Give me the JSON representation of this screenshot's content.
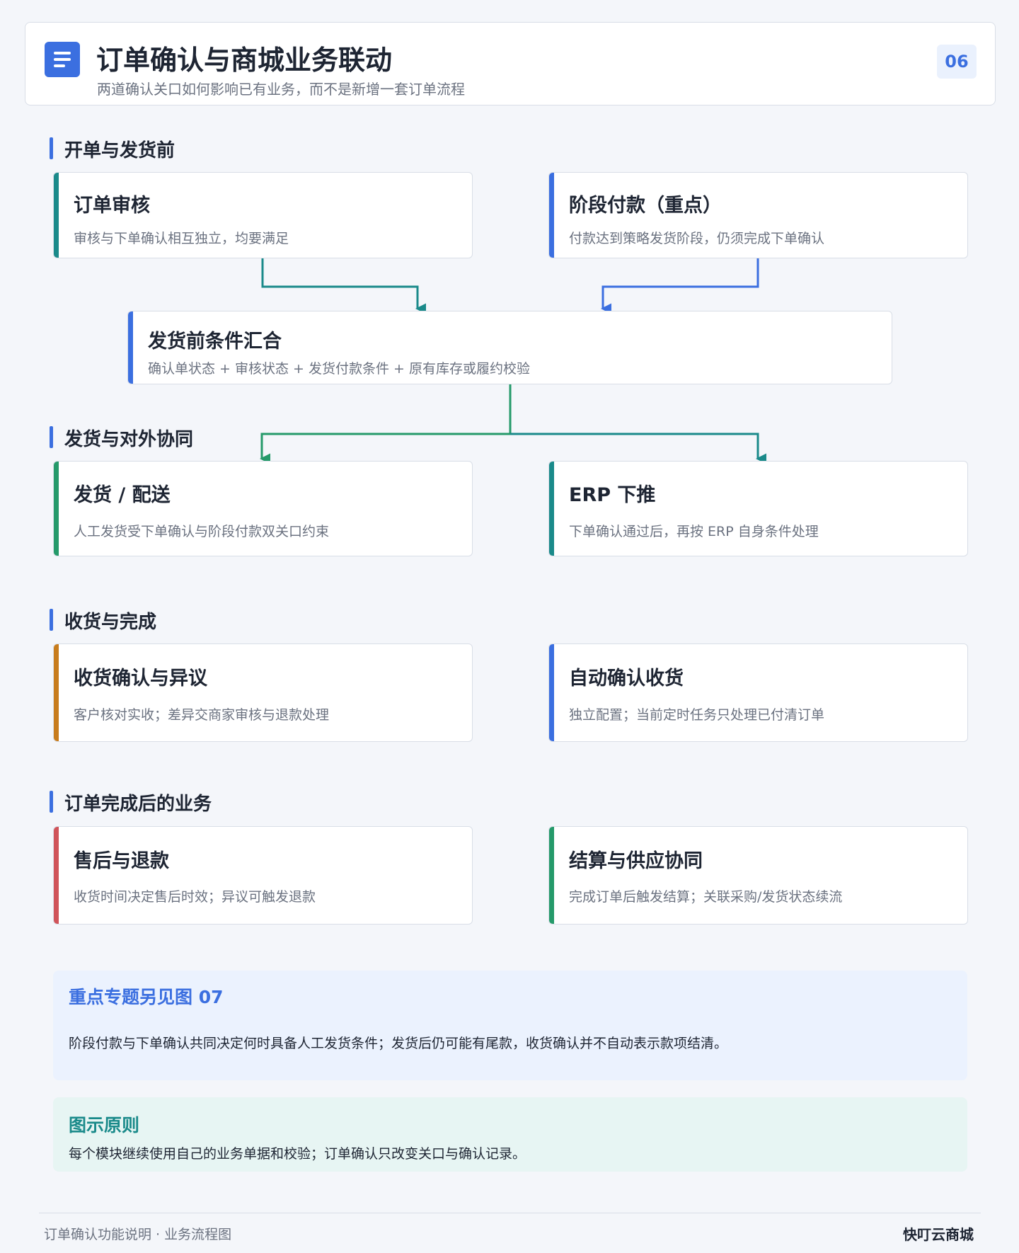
{
  "header": {
    "title": "订单确认与商城业务联动",
    "subtitle": "两道确认关口如何影响已有业务，而不是新增一套订单流程",
    "page_number": "06",
    "icon": "document-list-icon"
  },
  "sections": {
    "pre_shipping": "开单与发货前",
    "shipping": "发货与对外协同",
    "receiving": "收货与完成",
    "post_order": "订单完成后的业务"
  },
  "cards": {
    "order_review": {
      "title": "订单审核",
      "desc": "审核与下单确认相互独立，均要满足"
    },
    "stage_payment": {
      "title": "阶段付款（重点）",
      "desc": "付款达到策略发货阶段，仍须完成下单确认"
    },
    "pre_ship_conditions": {
      "title": "发货前条件汇合",
      "desc": "确认单状态 + 审核状态 + 发货付款条件 + 原有库存或履约校验"
    },
    "delivery": {
      "title": "发货 / 配送",
      "desc": "人工发货受下单确认与阶段付款双关口约束"
    },
    "erp_push": {
      "title": "ERP 下推",
      "desc": "下单确认通过后，再按 ERP 自身条件处理"
    },
    "receipt_confirm": {
      "title": "收货确认与异议",
      "desc": "客户核对实收；差异交商家审核与退款处理"
    },
    "auto_receipt": {
      "title": "自动确认收货",
      "desc": "独立配置；当前定时任务只处理已付清订单"
    },
    "after_sales": {
      "title": "售后与退款",
      "desc": "收货时间决定售后时效；异议可触发退款"
    },
    "settlement": {
      "title": "结算与供应协同",
      "desc": "完成订单后触发结算；关联采购/发货状态续流"
    }
  },
  "notes": {
    "focus": {
      "title": "重点专题另见图 07",
      "text": "阶段付款与下单确认共同决定何时具备人工发货条件；发货后仍可能有尾款，收货确认并不自动表示款项结清。"
    },
    "principle": {
      "title": "图示原则",
      "text": "每个模块继续使用自己的业务单据和校验；订单确认只改变关口与确认记录。"
    }
  },
  "footer": {
    "left": "订单确认功能说明 · 业务流程图",
    "right": "快叮云商城"
  },
  "colors": {
    "blue": "#3b6fe0",
    "teal": "#1a8a8a",
    "green": "#259a6a",
    "orange": "#c87c1c",
    "red": "#d0545a",
    "note_blue_bg": "#ebf2fe",
    "note_teal_bg": "#e7f5f3"
  }
}
